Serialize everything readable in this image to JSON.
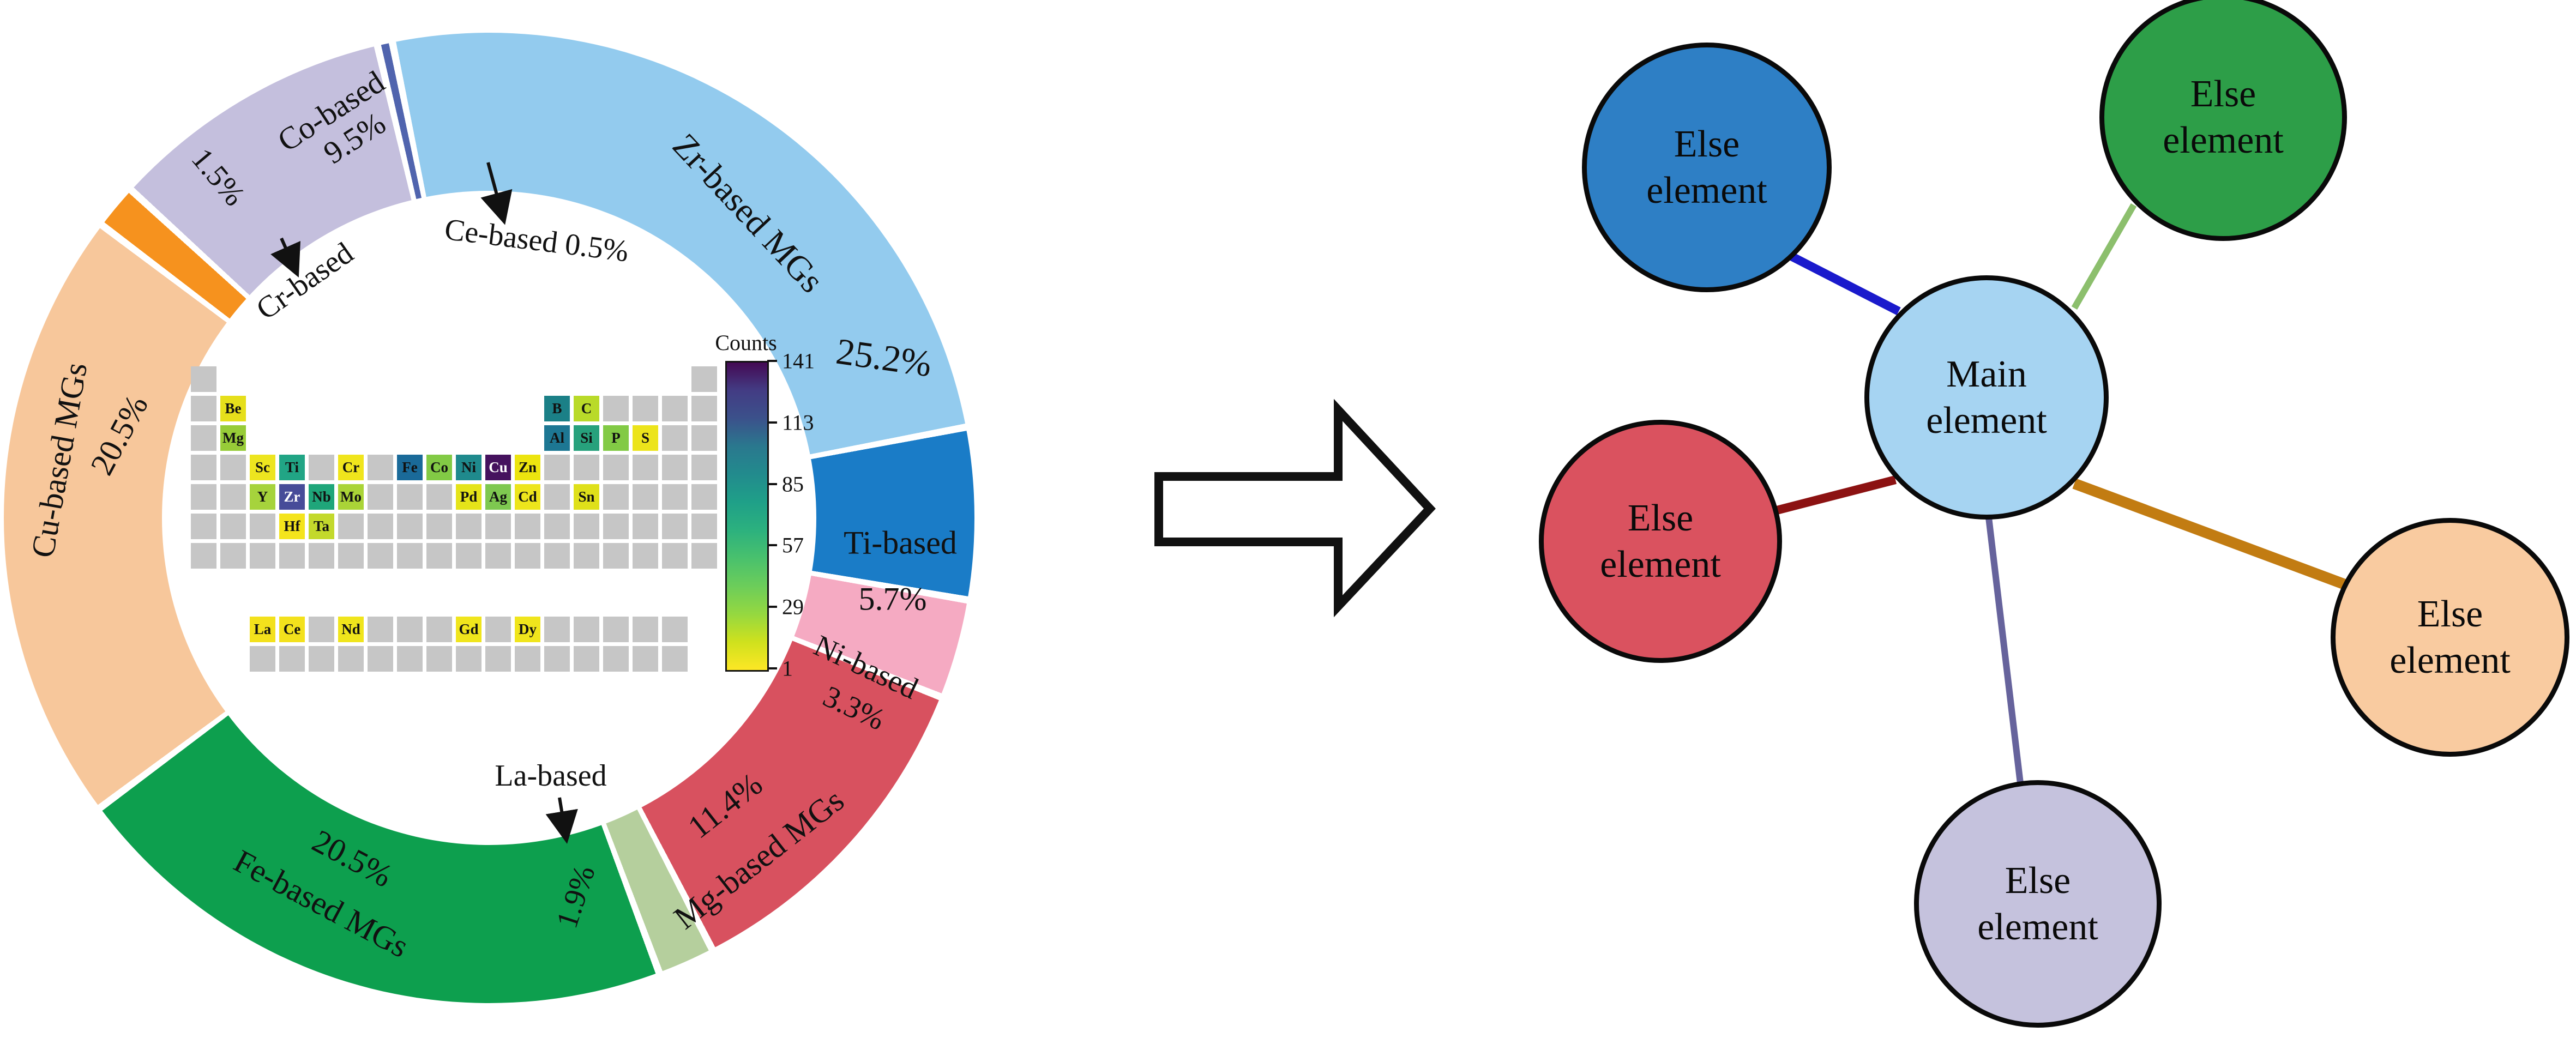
{
  "figure_title": "Metallic glasses composition statistics and element network schematic",
  "chart_data": [
    {
      "type": "pie",
      "subtype": "donut",
      "start_angle_deg": -11.5,
      "direction": "clockwise",
      "categories": [
        "Zr-based MGs",
        "Ti-based",
        "Ni-based",
        "Mg-based MGs",
        "La-based",
        "Fe-based MGs",
        "Cu-based MGs",
        "Cr-based",
        "Co-based",
        "Ce-based"
      ],
      "values": [
        25.2,
        5.7,
        3.3,
        11.4,
        1.9,
        20.5,
        20.5,
        1.5,
        9.5,
        0.5
      ],
      "value_labels": [
        "25.2%",
        "5.7%",
        "3.3%",
        "11.4%",
        "1.9%",
        "20.5%",
        "20.5%",
        "1.5%",
        "9.5%",
        "0.5%"
      ],
      "colors": [
        "#93cbee",
        "#1a7cc7",
        "#f5aac2",
        "#d8515f",
        "#b5cf9d",
        "#0d9f4e",
        "#f7c79b",
        "#f6921e",
        "#c4bfdd",
        "#5064ae"
      ]
    },
    {
      "type": "heatmap",
      "title": "Counts",
      "subtype": "periodic-table",
      "colorbar_ticks": [
        141,
        113,
        85,
        57,
        29,
        1
      ],
      "colorbar_range": [
        1,
        141
      ],
      "highlighted_elements": [
        "Be",
        "Mg",
        "B",
        "C",
        "Al",
        "Si",
        "P",
        "S",
        "Sc",
        "Ti",
        "Cr",
        "Fe",
        "Co",
        "Ni",
        "Cu",
        "Zn",
        "Y",
        "Zr",
        "Nb",
        "Mo",
        "Pd",
        "Ag",
        "Cd",
        "Sn",
        "Hf",
        "Ta",
        "La",
        "Ce",
        "Nd",
        "Gd",
        "Dy"
      ]
    },
    {
      "type": "scatter",
      "subtype": "network",
      "nodes": [
        "Main element",
        "Else element",
        "Else element",
        "Else element",
        "Else element",
        "Else element"
      ],
      "edges": [
        [
          "Main element",
          "Else element (blue)"
        ],
        [
          "Main element",
          "Else element (green)"
        ],
        [
          "Main element",
          "Else element (red)"
        ],
        [
          "Main element",
          "Else element (peach)"
        ],
        [
          "Main element",
          "Else element (lavender)"
        ]
      ]
    }
  ],
  "donut": {
    "labels": {
      "zr_name": "Zr-based MGs",
      "zr_pct": "25.2%",
      "ti_name": "Ti-based",
      "ti_pct": "5.7%",
      "ni_name": "Ni-based",
      "ni_pct": "3.3%",
      "mg_pct": "11.4%",
      "mg_name": "Mg-based MGs",
      "la_name": "La-based",
      "la_pct": "1.9%",
      "fe_pct": "20.5%",
      "fe_name": "Fe-based MGs",
      "cu_name": "Cu-based MGs",
      "cu_pct": "20.5%",
      "cr_name": "Cr-based",
      "cr_pct": "1.5%",
      "co_name": "Co-based",
      "co_pct": "9.5%",
      "ce_name": "Ce-based 0.5%"
    }
  },
  "periodic_table": {
    "colorbar": {
      "title": "Counts",
      "ticks": [
        "141",
        "113",
        "85",
        "57",
        "29",
        "1"
      ],
      "gradient_top_to_bottom": [
        "#440a54",
        "#433c84",
        "#3b518b",
        "#2a788e",
        "#228b8d",
        "#1fa088",
        "#2cb17e",
        "#49c16d",
        "#6ccd5a",
        "#95d840",
        "#cfe11d",
        "#fde725"
      ]
    },
    "grey_color": "#c6c6c6",
    "cells": [
      {
        "sym": "Be",
        "col": 2,
        "row": 2,
        "bg": "#e6df1b"
      },
      {
        "sym": "Mg",
        "col": 2,
        "row": 3,
        "bg": "#97cc38"
      },
      {
        "sym": "B",
        "col": 13,
        "row": 2,
        "bg": "#1b8087"
      },
      {
        "sym": "C",
        "col": 14,
        "row": 2,
        "bg": "#b9da29"
      },
      {
        "sym": "Al",
        "col": 13,
        "row": 3,
        "bg": "#1d7793"
      },
      {
        "sym": "Si",
        "col": 14,
        "row": 3,
        "bg": "#27a17c"
      },
      {
        "sym": "P",
        "col": 15,
        "row": 3,
        "bg": "#82ca45"
      },
      {
        "sym": "S",
        "col": 16,
        "row": 3,
        "bg": "#ece41b"
      },
      {
        "sym": "Sc",
        "col": 3,
        "row": 4,
        "bg": "#ede51f"
      },
      {
        "sym": "Ti",
        "col": 4,
        "row": 4,
        "bg": "#21a585"
      },
      {
        "sym": "Cr",
        "col": 6,
        "row": 4,
        "bg": "#f0e51c"
      },
      {
        "sym": "Fe",
        "col": 8,
        "row": 4,
        "bg": "#1a6a99"
      },
      {
        "sym": "Co",
        "col": 9,
        "row": 4,
        "bg": "#82ca45"
      },
      {
        "sym": "Ni",
        "col": 10,
        "row": 4,
        "bg": "#1f8a8d"
      },
      {
        "sym": "Cu",
        "col": 11,
        "row": 4,
        "bg": "#45125e",
        "fg": "#ffffff"
      },
      {
        "sym": "Zn",
        "col": 12,
        "row": 4,
        "bg": "#ece40f"
      },
      {
        "sym": "Y",
        "col": 3,
        "row": 5,
        "bg": "#a6d33c"
      },
      {
        "sym": "Zr",
        "col": 4,
        "row": 5,
        "bg": "#474c99",
        "fg": "#ffffff"
      },
      {
        "sym": "Nb",
        "col": 5,
        "row": 5,
        "bg": "#1fa67a"
      },
      {
        "sym": "Mo",
        "col": 6,
        "row": 5,
        "bg": "#aad437"
      },
      {
        "sym": "Pd",
        "col": 10,
        "row": 5,
        "bg": "#e5e419"
      },
      {
        "sym": "Ag",
        "col": 11,
        "row": 5,
        "bg": "#7ec850"
      },
      {
        "sym": "Cd",
        "col": 12,
        "row": 5,
        "bg": "#ede51c"
      },
      {
        "sym": "Sn",
        "col": 14,
        "row": 5,
        "bg": "#dfe01a"
      },
      {
        "sym": "Hf",
        "col": 4,
        "row": 6,
        "bg": "#f4e41c"
      },
      {
        "sym": "Ta",
        "col": 5,
        "row": 6,
        "bg": "#c3d92c"
      },
      {
        "sym": "La",
        "col": 3,
        "row": 8,
        "bg": "#f3e11c"
      },
      {
        "sym": "Ce",
        "col": 4,
        "row": 8,
        "bg": "#f3e11c"
      },
      {
        "sym": "Nd",
        "col": 6,
        "row": 8,
        "bg": "#f0e51c"
      },
      {
        "sym": "Gd",
        "col": 10,
        "row": 8,
        "bg": "#f0e51c"
      },
      {
        "sym": "Dy",
        "col": 12,
        "row": 8,
        "bg": "#f0e51c"
      }
    ]
  },
  "network": {
    "nodes": [
      {
        "id": "main",
        "lines": [
          "Main",
          "element"
        ],
        "color": "#a6d4f2"
      },
      {
        "id": "blue",
        "lines": [
          "Else",
          "element"
        ],
        "color": "#2e7fc5"
      },
      {
        "id": "green",
        "lines": [
          "Else",
          "element"
        ],
        "color": "#2d9e48"
      },
      {
        "id": "red",
        "lines": [
          "Else",
          "element"
        ],
        "color": "#da525f"
      },
      {
        "id": "peach",
        "lines": [
          "Else",
          "element"
        ],
        "color": "#f9cba0"
      },
      {
        "id": "lavender",
        "lines": [
          "Else",
          "element"
        ],
        "color": "#c5c2dd"
      }
    ],
    "edges": [
      {
        "from": "main",
        "to": "blue",
        "color": "#1a1acc"
      },
      {
        "from": "main",
        "to": "green",
        "color": "#8cbf6d"
      },
      {
        "from": "main",
        "to": "red",
        "color": "#8c1212"
      },
      {
        "from": "main",
        "to": "peach",
        "color": "#c27c12"
      },
      {
        "from": "main",
        "to": "lavender",
        "color": "#66639c"
      }
    ]
  }
}
